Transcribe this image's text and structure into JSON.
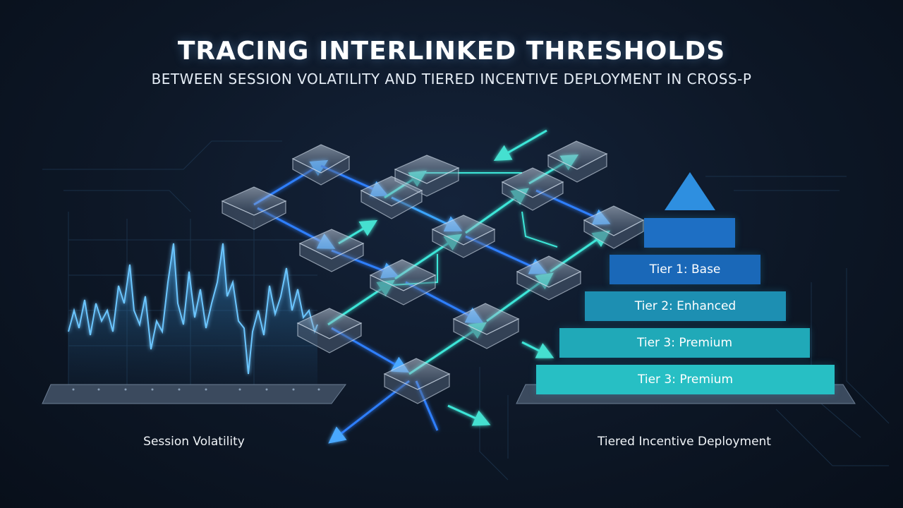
{
  "header": {
    "title": "TRACING INTERLINKED THRESHOLDS",
    "subtitle": "BETWEEN SESSION VOLATILITY AND TIERED INCENTIVE DEPLOYMENT IN CROSS-P"
  },
  "left_panel": {
    "label": "Session Volatility",
    "waveform_icon": "volatility-waveform"
  },
  "right_panel": {
    "label": "Tiered Incentive Deployment",
    "apex_icon": "triangle-apex",
    "tiers": [
      {
        "label": ""
      },
      {
        "label": "Tier 1: Base"
      },
      {
        "label": "Tier 2: Enhanced"
      },
      {
        "label": "Tier 3: Premium"
      },
      {
        "label": "Tier 3: Premium"
      }
    ]
  },
  "network": {
    "node_icon": "glass-node",
    "link_icon": "glowing-arrow"
  },
  "colors": {
    "background": "#0d1726",
    "accent_blue": "#2f8cff",
    "accent_cyan": "#3ee6d8",
    "tier_top": "#1e6fc4",
    "tier_bottom": "#27bfc4"
  }
}
